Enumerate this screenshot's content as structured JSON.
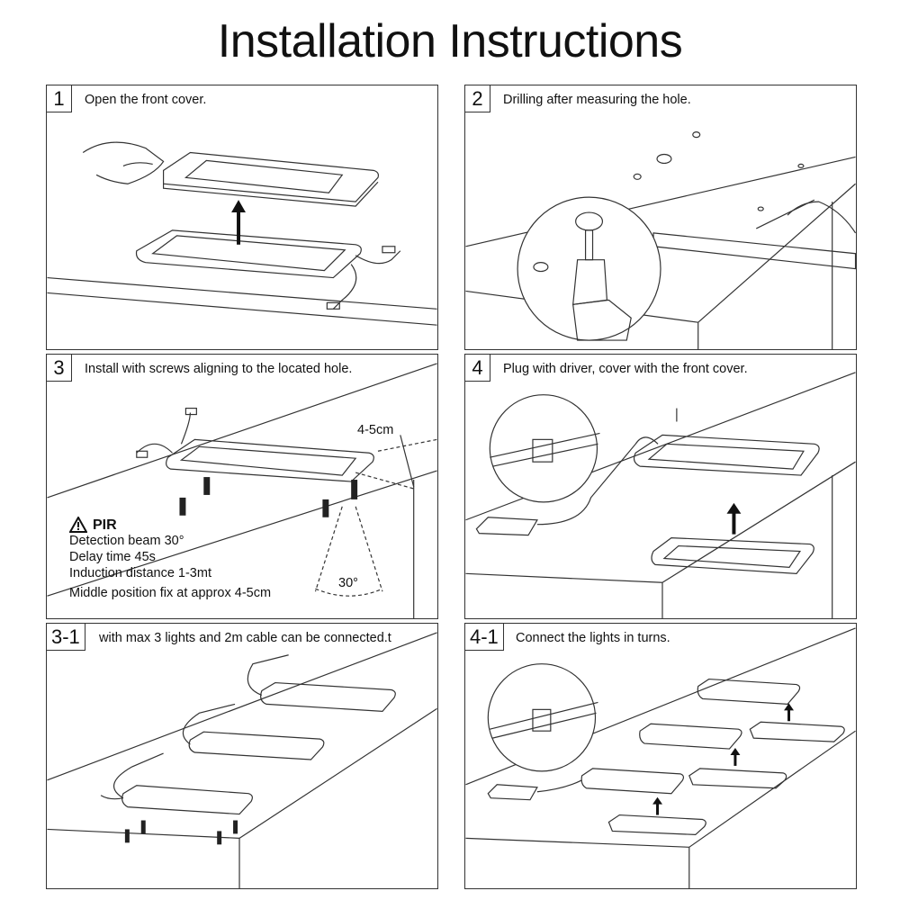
{
  "title": "Installation Instructions",
  "steps": [
    {
      "num": "1",
      "text": "Open the front cover."
    },
    {
      "num": "2",
      "text": "Drilling after measuring the hole."
    },
    {
      "num": "3",
      "text": "Install with screws aligning to the located hole."
    },
    {
      "num": "4",
      "text": "Plug with driver, cover with the front cover."
    },
    {
      "num": "3-1",
      "text": "with max 3 lights and 2m cable can be connected.t"
    },
    {
      "num": "4-1",
      "text": "Connect the lights in turns."
    }
  ],
  "pir": {
    "heading": "PIR",
    "lines": [
      "Detection beam 30°",
      "Delay time 45s",
      "Induction distance 1-3mt",
      "Middle position fix at approx 4-5cm"
    ],
    "distance_label": "4-5cm",
    "angle_label": "30°"
  },
  "icons": {
    "warning": "warning-triangle-icon",
    "arrow": "up-arrow-icon",
    "screw": "screw-icon"
  }
}
